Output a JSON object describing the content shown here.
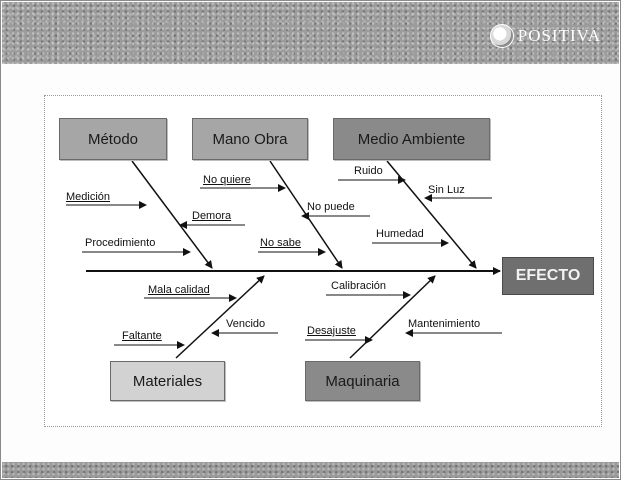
{
  "header": {
    "logo_text": "POSITIVA",
    "logo_icon": "positiva-logo-icon"
  },
  "diagram": {
    "type": "ishikawa-fishbone",
    "effect": "EFECTO",
    "categories": {
      "metodo": "Método",
      "mano_obra": "Mano Obra",
      "medio_ambiente": "Medio Ambiente",
      "materiales": "Materiales",
      "maquinaria": "Maquinaria"
    },
    "causes": {
      "medicion": "Medición",
      "demora": "Demora",
      "procedimiento": "Procedimiento",
      "no_quiere": "No quiere",
      "no_puede": "No puede",
      "no_sabe": "No sabe",
      "ruido": "Ruido",
      "sin_luz": "Sin Luz",
      "humedad": "Humedad",
      "mala_calidad": "Mala calidad",
      "vencido": "Vencido",
      "faltante": "Faltante",
      "calibracion": "Calibración",
      "mantenimiento": "Mantenimiento",
      "desajuste": "Desajuste"
    }
  },
  "colors": {
    "header_band": "#9c9c9c",
    "effect_box": "#6f6f6f",
    "category_dark": "#8a8a8a",
    "category_mid": "#a6a6a6",
    "category_light": "#d2d2d2",
    "arrows": "#111111"
  }
}
